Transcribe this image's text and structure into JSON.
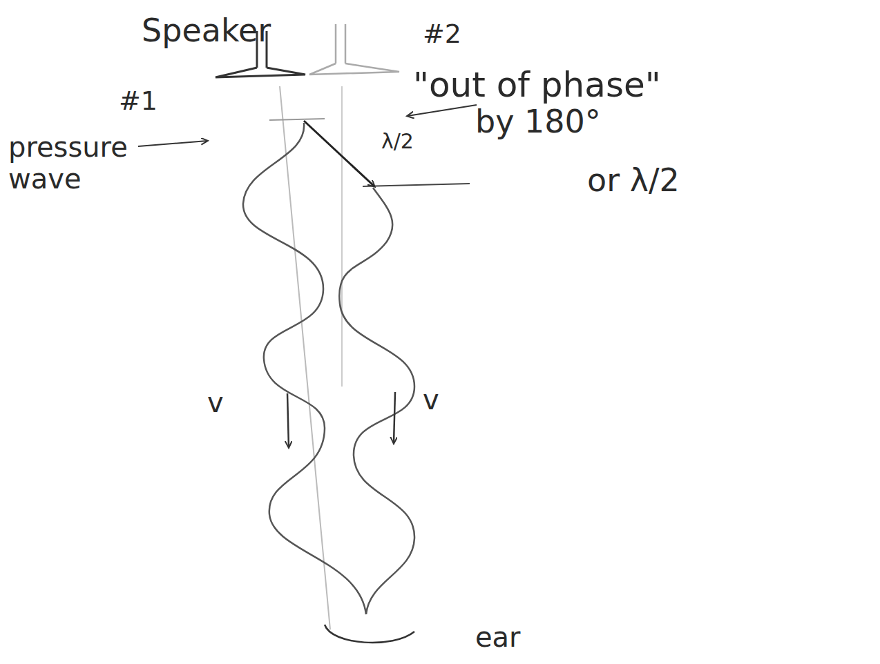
{
  "diagram": {
    "labels": [
      "Speaker",
      "#1",
      "#2",
      "pressure wave",
      "\"out of phase\"",
      "by 180°",
      "or λ/2",
      "λ/2",
      "v",
      "v",
      "ear"
    ]
  }
}
